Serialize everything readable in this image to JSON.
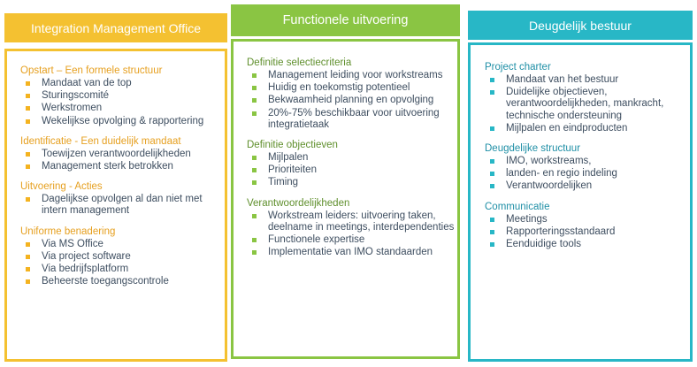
{
  "columns": [
    {
      "title": "Integration Management Office",
      "color": "#f4c131",
      "sections": [
        {
          "title": "Opstart – Een formele structuur",
          "items": [
            "Mandaat van de top",
            "Sturingscomité",
            "Werkstromen",
            "Wekelijkse opvolging & rapportering"
          ]
        },
        {
          "title": "Identificatie - Een duidelijk mandaat",
          "items": [
            "Toewijzen verantwoordelijkheden",
            "Management sterk betrokken"
          ]
        },
        {
          "title": "Uitvoering - Acties",
          "items": [
            "Dagelijkse opvolgen al dan niet met intern management"
          ]
        },
        {
          "title": "Uniforme benadering",
          "items": [
            "Via MS Office",
            "Via project software",
            "Via bedrijfsplatform",
            "Beheerste toegangscontrole"
          ]
        }
      ]
    },
    {
      "title": "Functionele uitvoering",
      "color": "#8ac543",
      "sections": [
        {
          "title": "Definitie selectiecriteria",
          "items": [
            "Management leiding voor workstreams",
            "Huidig en toekomstig potentieel",
            "Bekwaamheid planning en opvolging",
            "20%-75% beschikbaar voor uitvoering integratietaak"
          ]
        },
        {
          "title": "Definitie objectieven",
          "items": [
            "Mijlpalen",
            "Prioriteiten",
            "Timing"
          ]
        },
        {
          "title": "Verantwoordelijkheden",
          "items": [
            "Workstream leiders: uitvoering taken, deelname in meetings, interdependenties",
            "Functionele expertise",
            "Implementatie van IMO standaarden"
          ]
        }
      ]
    },
    {
      "title": "Deugdelijk bestuur",
      "color": "#28b7c6",
      "sections": [
        {
          "title": "Project charter",
          "items": [
            "Mandaat van het bestuur",
            "Duidelijke objectieven, verantwoordelijkheden, mankracht, technische ondersteuning",
            "Mijlpalen en eindproducten"
          ]
        },
        {
          "title": "Deugdelijke structuur",
          "items": [
            "IMO, workstreams,",
            "landen- en regio indeling",
            "Verantwoordelijken"
          ]
        },
        {
          "title": "Communicatie",
          "items": [
            "Meetings",
            "Rapporteringsstandaard",
            "Eenduidige tools"
          ]
        }
      ]
    }
  ]
}
